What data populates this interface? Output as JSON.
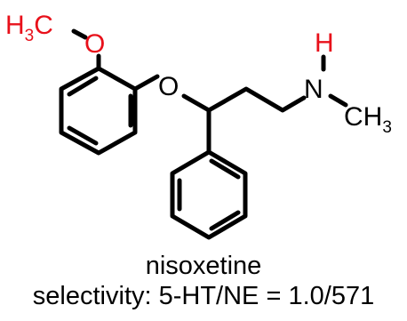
{
  "molecule": {
    "name": "nisoxetine",
    "selectivity": "selectivity: 5-HT/NE = 1.0/571"
  },
  "atoms": {
    "methoxy_methyl": "H",
    "methoxy_methyl_sub": "3",
    "methoxy_methyl_c": "C",
    "methoxy_oxygen": "O",
    "ether_oxygen": "O",
    "amine_nitrogen": "N",
    "amine_hydrogen": "H",
    "n_methyl": "CH",
    "n_methyl_sub": "3"
  },
  "colors": {
    "highlight": "#e8101a",
    "bond": "#000000",
    "text": "#000000"
  }
}
